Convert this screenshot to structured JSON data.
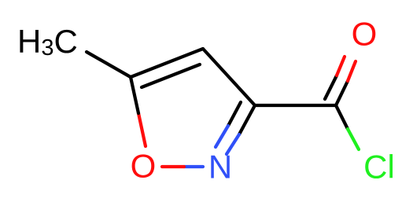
{
  "molecule": {
    "atoms": {
      "methyl": {
        "main": "H",
        "sub": "3",
        "tail": "C"
      },
      "ring_oxygen": "O",
      "ring_nitrogen": "N",
      "carbonyl_oxygen": "O",
      "chlorine": "Cl"
    },
    "colors": {
      "carbon": "#000000",
      "oxygen": "#ff0d0d",
      "nitrogen": "#3050f8",
      "chlorine": "#1ff01f"
    }
  }
}
